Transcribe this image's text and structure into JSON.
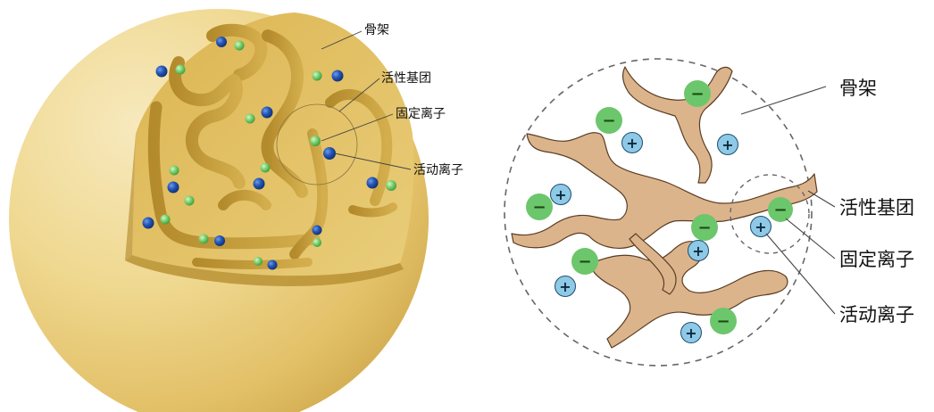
{
  "left_diagram": {
    "labels": {
      "skeleton": "骨架",
      "active_group": "活性基团",
      "fixed_ion": "固定离子",
      "mobile_ion": "活动离子"
    },
    "colors": {
      "bead_light": "#f1dca0",
      "bead_mid": "#e2c26a",
      "bead_dark": "#c9a44a",
      "channel": "#caa43a",
      "blue_ion": "#1f4fa8",
      "green_ion": "#6cc96c"
    }
  },
  "right_diagram": {
    "labels": {
      "skeleton": "骨架",
      "active_group": "活性基团",
      "fixed_ion": "固定离子",
      "mobile_ion": "活动离子"
    },
    "fixed_ion_symbol": "−",
    "mobile_ion_symbol": "+",
    "colors": {
      "skeleton_fill": "#dcb48c",
      "fixed_ion": "#6cc66c",
      "mobile_ion": "#8ec9e6",
      "dashed_circle": "#666666"
    }
  }
}
